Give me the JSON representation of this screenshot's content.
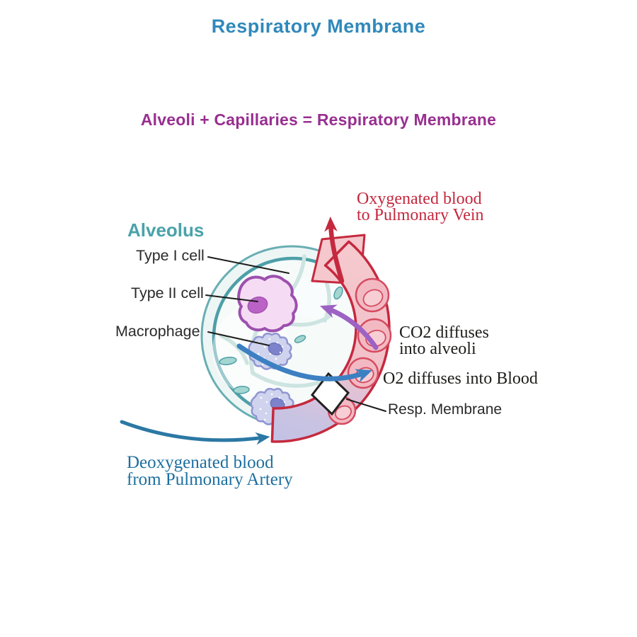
{
  "title": "Respiratory Membrane",
  "subtitle": "Alveoli + Capillaries = Respiratory Membrane",
  "labels": {
    "alveolus": "Alveolus",
    "type1_cell": "Type I cell",
    "type2_cell": "Type II cell",
    "macrophage": "Macrophage",
    "resp_membrane": "Resp. Membrane"
  },
  "annotations": {
    "oxygenated_line1": "Oxygenated blood",
    "oxygenated_line2": "to Pulmonary Vein",
    "co2_line1": "CO2 diffuses",
    "co2_line2": "into alveoli",
    "o2": "O2 diffuses into Blood",
    "deoxygenated_line1": "Deoxygenated blood",
    "deoxygenated_line2": "from Pulmonary Artery"
  },
  "colors": {
    "title_blue": "#3089bb",
    "subtitle_purple": "#982f90",
    "alveolus_label_teal": "#4aa2a9",
    "cell_label_dark": "#2a2a2a",
    "annotation_black": "#1d1d1b",
    "oxygenated_red_text": "#c4283e",
    "deoxygenated_blue_text": "#1d6f9f",
    "capillary_border_red": "#c5293e",
    "capillary_pink": "#f3c4cb",
    "deoxygenated_lavender": "#c4c3e4",
    "alveolus_ring_teal": "#4d9fa8",
    "type2_cell_purple": "#9c50ae",
    "macrophage_lavender": "#cfd3ee",
    "co2_arrow_purple": "#9d62c3",
    "o2_arrow_blue": "#3c80c2",
    "artery_arrow_steel": "#2b78a4"
  }
}
